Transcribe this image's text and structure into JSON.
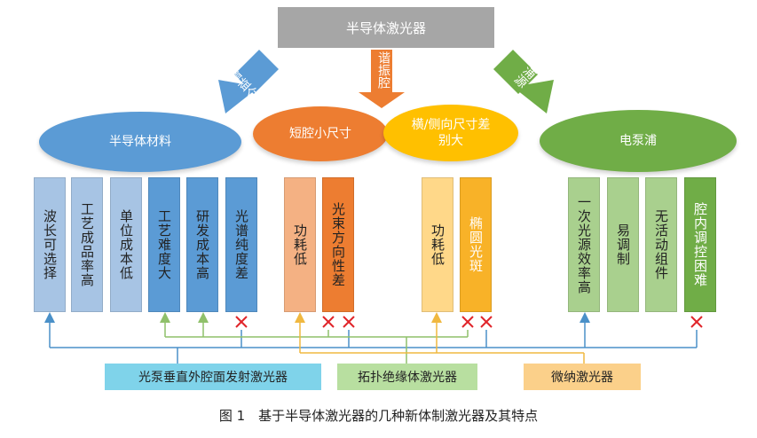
{
  "top": {
    "title": "半导体激光器"
  },
  "arrows": {
    "left": "增益介质",
    "middle": "谐振腔",
    "right": "泵浦源"
  },
  "ellipses": {
    "material": "半导体材料",
    "short_cavity": "短腔小尺寸",
    "lateral": "横/侧向尺寸差别大",
    "pump": "电泵浦"
  },
  "columns": {
    "c1": "波长可选择",
    "c2": "工艺成品率高",
    "c3": "单位成本低",
    "c4": "工艺难度大",
    "c5": "研发成本高",
    "c6": "光谱纯度差",
    "c7": "功耗低",
    "c8": "光束方向性差",
    "c9": "功耗低",
    "c10": "椭圆光斑",
    "c11": "一次光源效率高",
    "c12": "易调制",
    "c13": "无活动组件",
    "c14": "腔内调控困难"
  },
  "bottom": {
    "vcsel": "光泵垂直外腔面发射激光器",
    "topo": "拓扑绝缘体激光器",
    "micro": "微纳激光器"
  },
  "caption": "图 1　基于半导体激光器的几种新体制激光器及其特点",
  "colors": {
    "blue": "#5b9bd5",
    "orange": "#ed7d31",
    "yellow": "#ffc000",
    "green": "#70ad47",
    "gray": "#a6a6a6",
    "cross": "#e0252b"
  }
}
